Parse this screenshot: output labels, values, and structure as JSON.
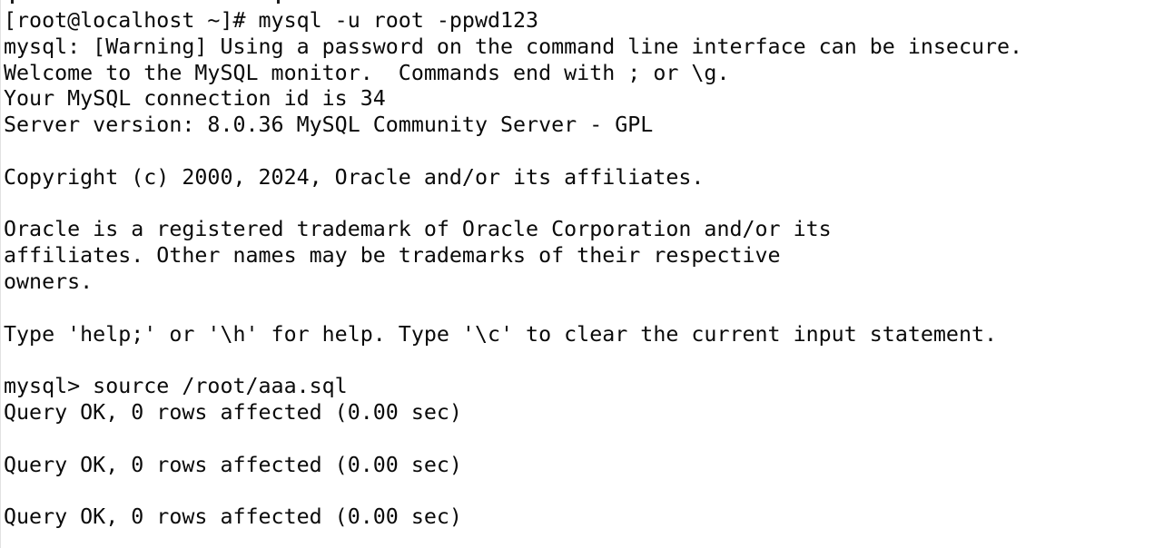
{
  "colors": {
    "background": "#ffffff",
    "text": "#0a0a0a",
    "edge_line": "#e2e2e2"
  },
  "terminal": {
    "shell_prompt": "[root@localhost ~]#",
    "shell_command": "mysql -u root -ppwd123",
    "mysql_prompt": "mysql>",
    "mysql_command": "source /root/aaa.sql",
    "connection_id": "34",
    "server_version": "8.0.36 MySQL Community Server - GPL",
    "lines": [
      "[root@localhost ~]# mysql -u root -ppwd123",
      "mysql: [Warning] Using a password on the command line interface can be insecure.",
      "Welcome to the MySQL monitor.  Commands end with ; or \\g.",
      "Your MySQL connection id is 34",
      "Server version: 8.0.36 MySQL Community Server - GPL",
      "",
      "Copyright (c) 2000, 2024, Oracle and/or its affiliates.",
      "",
      "Oracle is a registered trademark of Oracle Corporation and/or its",
      "affiliates. Other names may be trademarks of their respective",
      "owners.",
      "",
      "Type 'help;' or '\\h' for help. Type '\\c' to clear the current input statement.",
      "",
      "mysql> source /root/aaa.sql",
      "Query OK, 0 rows affected (0.00 sec)",
      "",
      "Query OK, 0 rows affected (0.00 sec)",
      "",
      "Query OK, 0 rows affected (0.00 sec)"
    ]
  }
}
